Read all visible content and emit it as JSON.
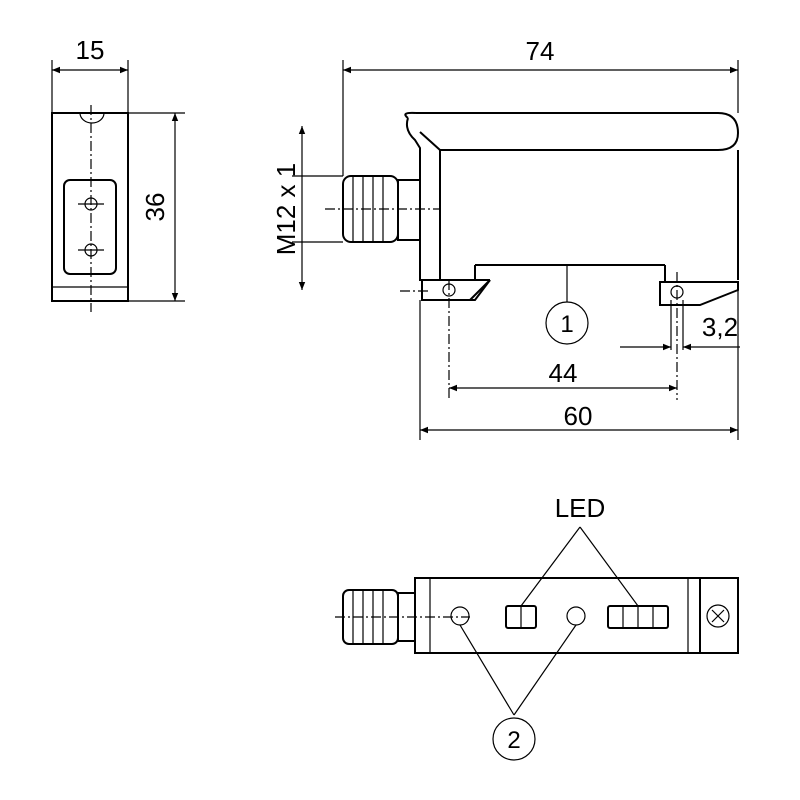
{
  "dimensions": {
    "width_front": "15",
    "height_front": "36",
    "length_total": "74",
    "thread": "M12 x 1",
    "hole_spacing": "44",
    "body_length": "60",
    "hole_diameter": "3,2"
  },
  "callouts": {
    "mounting": "1",
    "buttons": "2"
  },
  "labels": {
    "led": "LED"
  }
}
